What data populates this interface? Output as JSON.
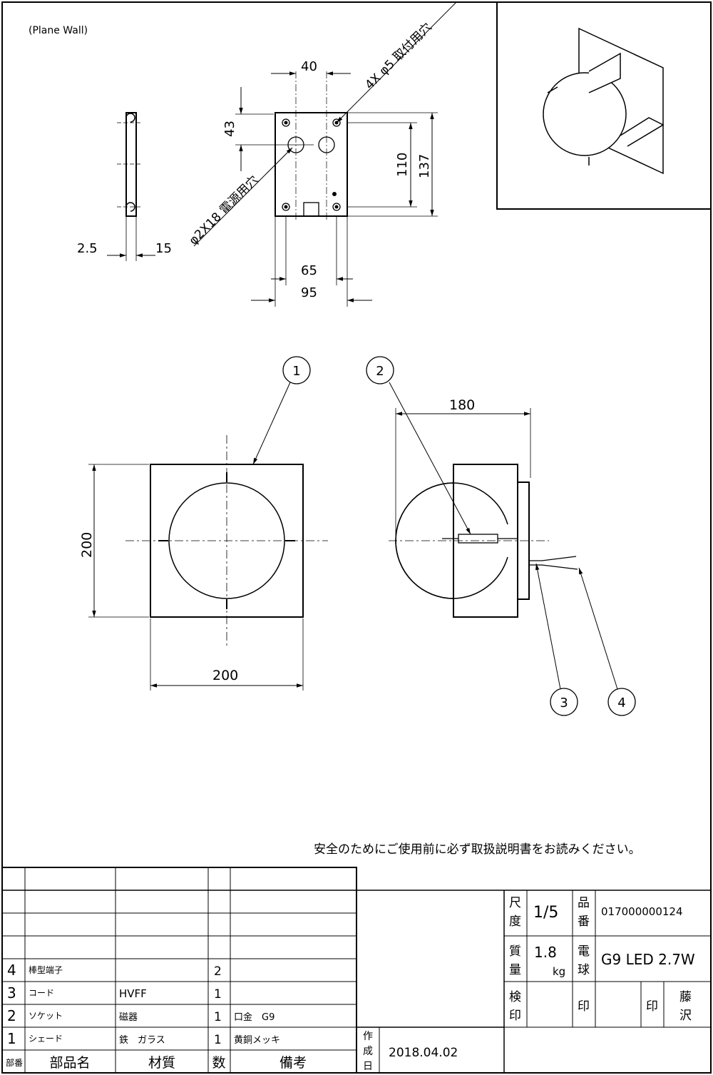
{
  "header_note": "(Plane Wall)",
  "bracket_dims": {
    "hole_spacing_w": "40",
    "hole_spacing_h": "43",
    "mount_hole_note": "4X φ5 取付用穴",
    "power_hole_note": "φ2X18 電源用穴",
    "height_110": "110",
    "height_137": "137",
    "width_65": "65",
    "width_95": "95",
    "side_t1": "2.5",
    "side_t2": "15"
  },
  "front_view": {
    "balloon": "1",
    "width": "200",
    "height": "200"
  },
  "side_view": {
    "balloons": [
      "2",
      "3",
      "4"
    ],
    "depth": "180"
  },
  "safety_note": "安全のためにご使用前に必ず取扱説明書をお読みください。",
  "parts_table": {
    "headers": {
      "no": "部番",
      "name": "部品名",
      "material": "材質",
      "qty": "数",
      "remark": "備考"
    },
    "rows": [
      {
        "no": "4",
        "name": "棒型端子",
        "material": "",
        "qty": "2",
        "remark": ""
      },
      {
        "no": "3",
        "name": "コード",
        "material": "HVFF",
        "qty": "1",
        "remark": ""
      },
      {
        "no": "2",
        "name": "ソケット",
        "material": "磁器",
        "qty": "1",
        "remark": "口金　G9"
      },
      {
        "no": "1",
        "name": "シェード",
        "material": "鉄　ガラス",
        "qty": "1",
        "remark": "黄銅メッキ"
      }
    ]
  },
  "title_block": {
    "scale_label_1": "尺",
    "scale_label_2": "度",
    "scale": "1/5",
    "part_no_label_1": "品",
    "part_no_label_2": "番",
    "part_no": "017000000124",
    "mass_label_1": "質",
    "mass_label_2": "量",
    "mass_value": "1.8",
    "mass_unit": "kg",
    "bulb_label_1": "電",
    "bulb_label_2": "球",
    "bulb": "G9 LED 2.7W",
    "check_label_1": "検",
    "check_label_2": "印",
    "seal_1": "印",
    "seal_2": "印",
    "drafter_1": "藤",
    "drafter_2": "沢",
    "made_label_1": "作",
    "made_label_2": "成",
    "made_label_3": "日",
    "date": "2018.04.02"
  }
}
